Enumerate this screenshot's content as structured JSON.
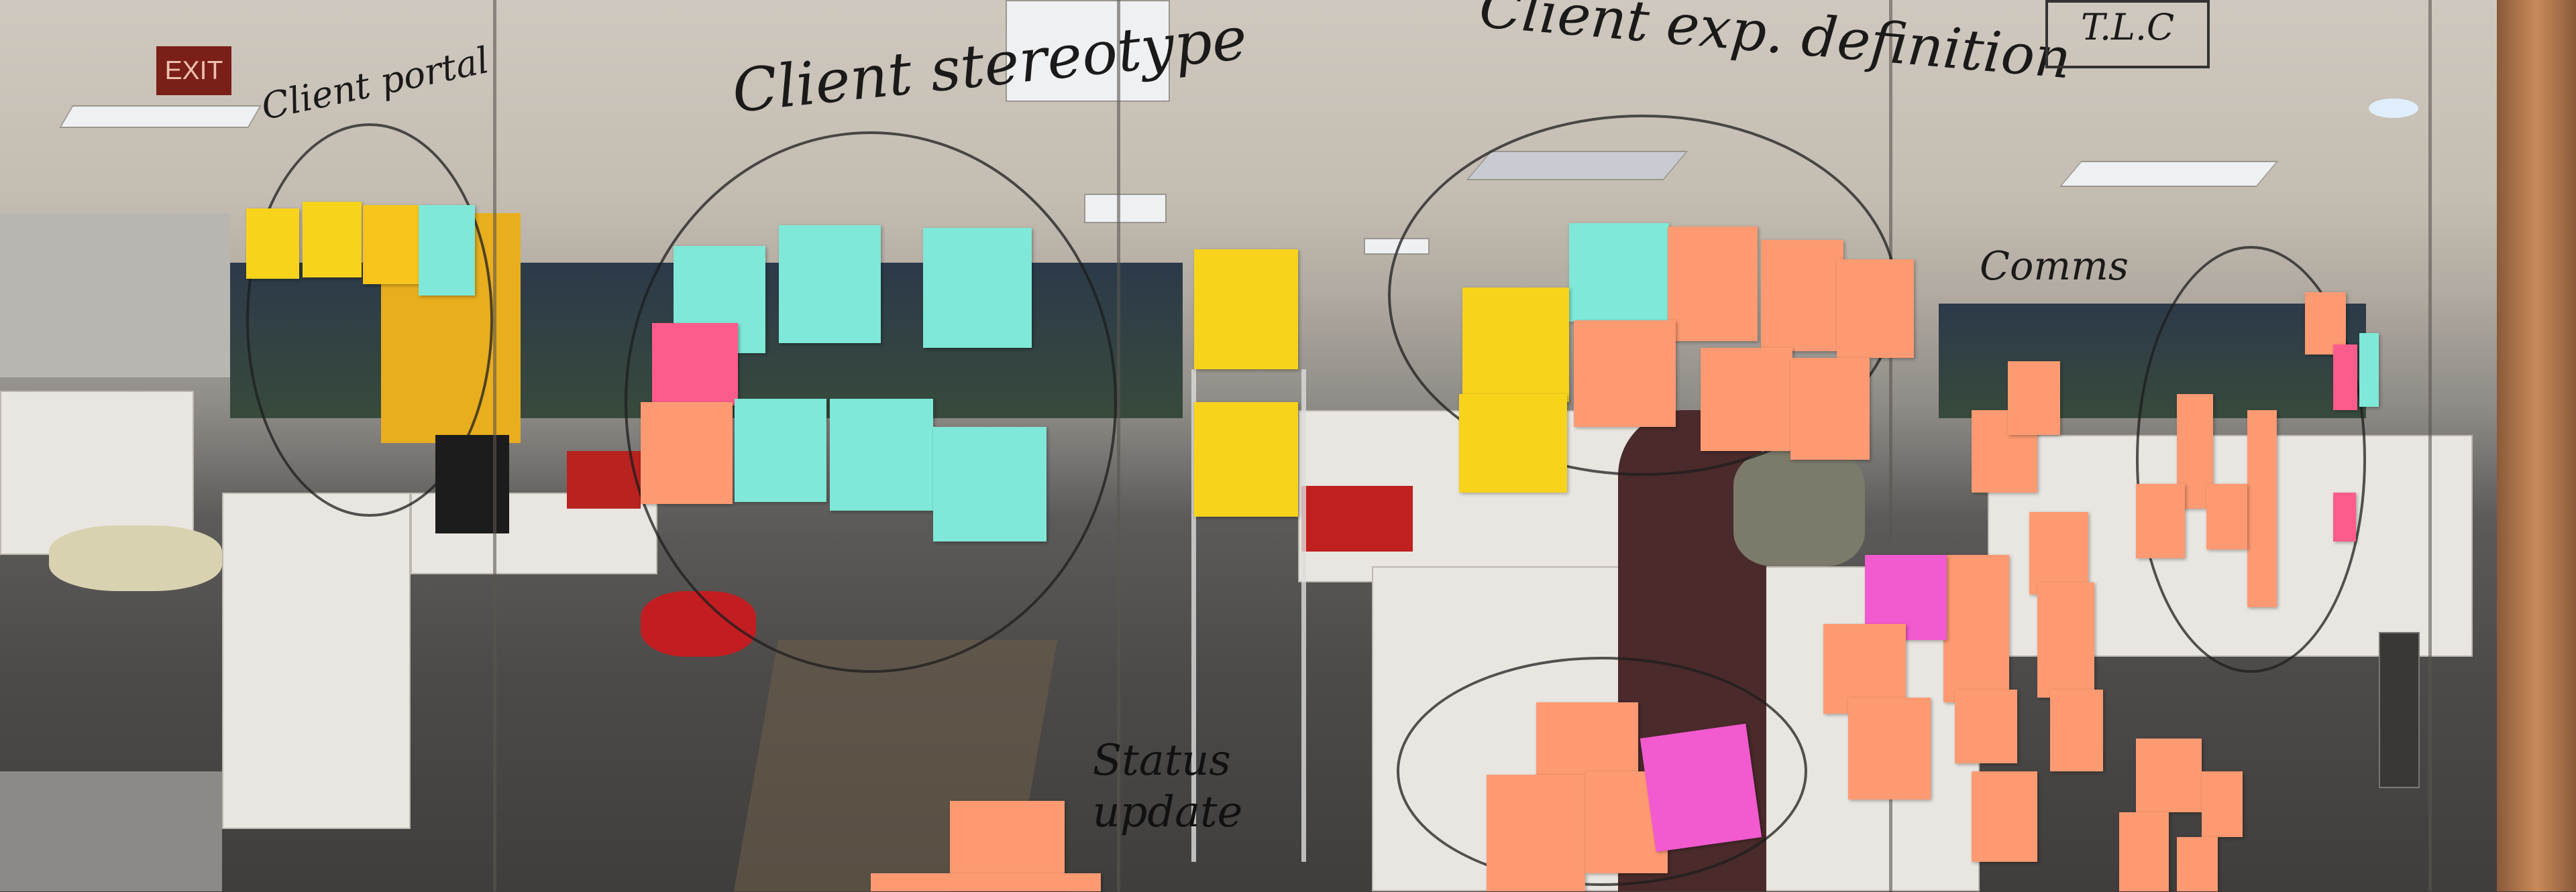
{
  "scene": {
    "exit_sign": "EXIT",
    "handwritten_headings": {
      "client_portal": "Client portal",
      "client_stereotype": "Client stereotype",
      "client_exp_definition": "Client exp. definition",
      "comms": "Comms",
      "status_update": "Status update",
      "tlc": "T.L.C"
    },
    "note_colors": {
      "yellow": "#f7d31c",
      "cyan": "#7fe8d8",
      "orange": "#fd9a72",
      "pink": "#fb5c8c",
      "magenta": "#f25ad0"
    }
  }
}
